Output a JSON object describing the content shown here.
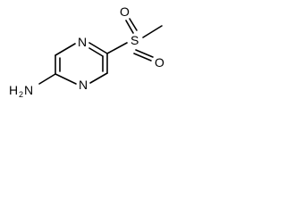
{
  "molecule": {
    "atoms": {
      "n_top": "N",
      "n_bottom": "N",
      "s": "S",
      "o_upper": "O",
      "o_lower": "O",
      "nh2_h": "H",
      "nh2_sub": "2",
      "nh2_n": "N"
    }
  },
  "colors": {
    "ink": "#000000",
    "background": "#ffffff"
  }
}
